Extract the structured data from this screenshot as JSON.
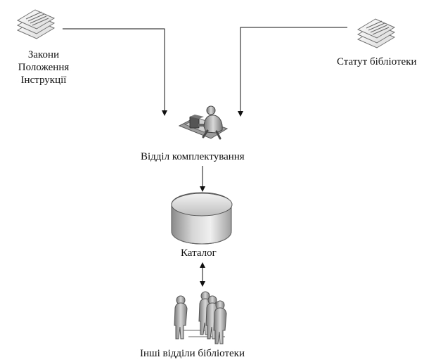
{
  "nodes": {
    "laws": {
      "lines": [
        "Закони",
        "Положення",
        "Інструкції"
      ]
    },
    "statute": {
      "label": "Статут бібліотеки"
    },
    "acquisition": {
      "label": "Відділ комплектування"
    },
    "catalog": {
      "label": "Каталог"
    },
    "other_departments": {
      "label": "Інші відділи бібліотеки"
    }
  },
  "icons": {
    "documents_left": "document-stack-icon",
    "documents_right": "document-stack-icon",
    "acquisition": "workstation-person-icon",
    "catalog": "database-cylinder-icon",
    "other_departments": "people-group-icon"
  },
  "colors": {
    "line": "#111111",
    "text": "#111111",
    "document_fill": "#f1f1f1",
    "document_stroke": "#6f6f6f",
    "icon_gray": "#9a9a9a",
    "icon_dark": "#5f5f5f"
  }
}
